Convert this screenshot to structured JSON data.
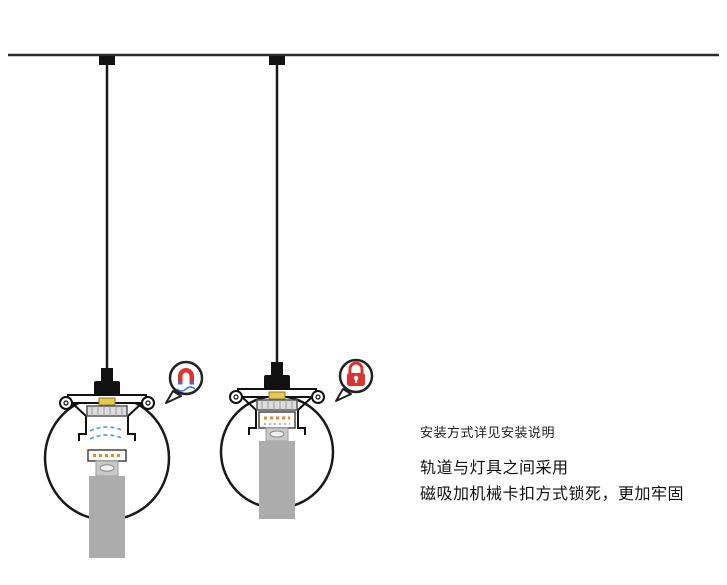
{
  "annotations": {
    "note": "安装方式详见安装说明",
    "desc_line1": "轨道与灯具之间采用",
    "desc_line2": "磁吸加机械卡扣方式锁死，更加牢固"
  },
  "icons": {
    "magnet": "magnet-icon",
    "lock": "lock-icon"
  },
  "colors": {
    "line": "#1a1a1a",
    "badge_red": "#e03131",
    "magnet_blue": "#3b6fd4",
    "wave_blue": "#5b9bd5",
    "dot_orange": "#e8892b",
    "connector_yellow": "#e6c84c",
    "lamp_gray": "#acacac"
  }
}
